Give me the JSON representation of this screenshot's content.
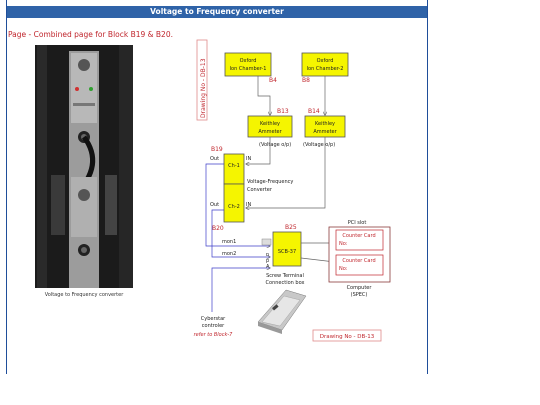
{
  "title": "Voltage to Frequency converter",
  "page_heading": "Page - Combined page for Block B19 & B20.",
  "photo_caption": "Voltage to Frequency converter",
  "diagram": {
    "drawing_label_vertical": "Drawing No - DB-13",
    "drawing_label_box": "Drawing No - DB-13",
    "ion1_line1": "Oxford",
    "ion1_line2": "Ion Chamber-1",
    "ion1_code": "B4",
    "ion2_line1": "Oxford",
    "ion2_line2": "Ion Chamber-2",
    "ion2_code": "B8",
    "am1_line1": "Keithley",
    "am1_line2": "Ammeter",
    "am1_code": "B13",
    "am2_line1": "Keithley",
    "am2_line2": "Ammeter",
    "am2_code": "B14",
    "voltage_op_1": "(Voltage o/p)",
    "voltage_op_2": "(Voltage o/p)",
    "vfc_code_top": "B19",
    "vfc_code_bottom": "B20",
    "ch1": "Ch-1",
    "ch2": "Ch-2",
    "out1": "Out",
    "out2": "Out",
    "in1": "IN",
    "in2": "IN",
    "vfc_label_line1": "Voltage-Frequency",
    "vfc_label_line2": "Converter",
    "scb_code": "B25",
    "scb_label": "SCB-37",
    "mon1": "mon1",
    "mon2": "mon2",
    "pin_m": "m",
    "pin_n": "n",
    "pin_p": "p",
    "pin_a": "A",
    "screw_line1": "Screw Terminal",
    "screw_line2": "Connection box",
    "pci_label": "PCI slot",
    "counter1": "Counter Card",
    "counter2": "Counter Card",
    "no1": "No:",
    "no2": "No:",
    "computer_line1": "Computer",
    "computer_line2": "(SPEC)",
    "cyber_line1": "Cyberstar",
    "cyber_line2": "controler",
    "refer": "refer to Block-7"
  }
}
